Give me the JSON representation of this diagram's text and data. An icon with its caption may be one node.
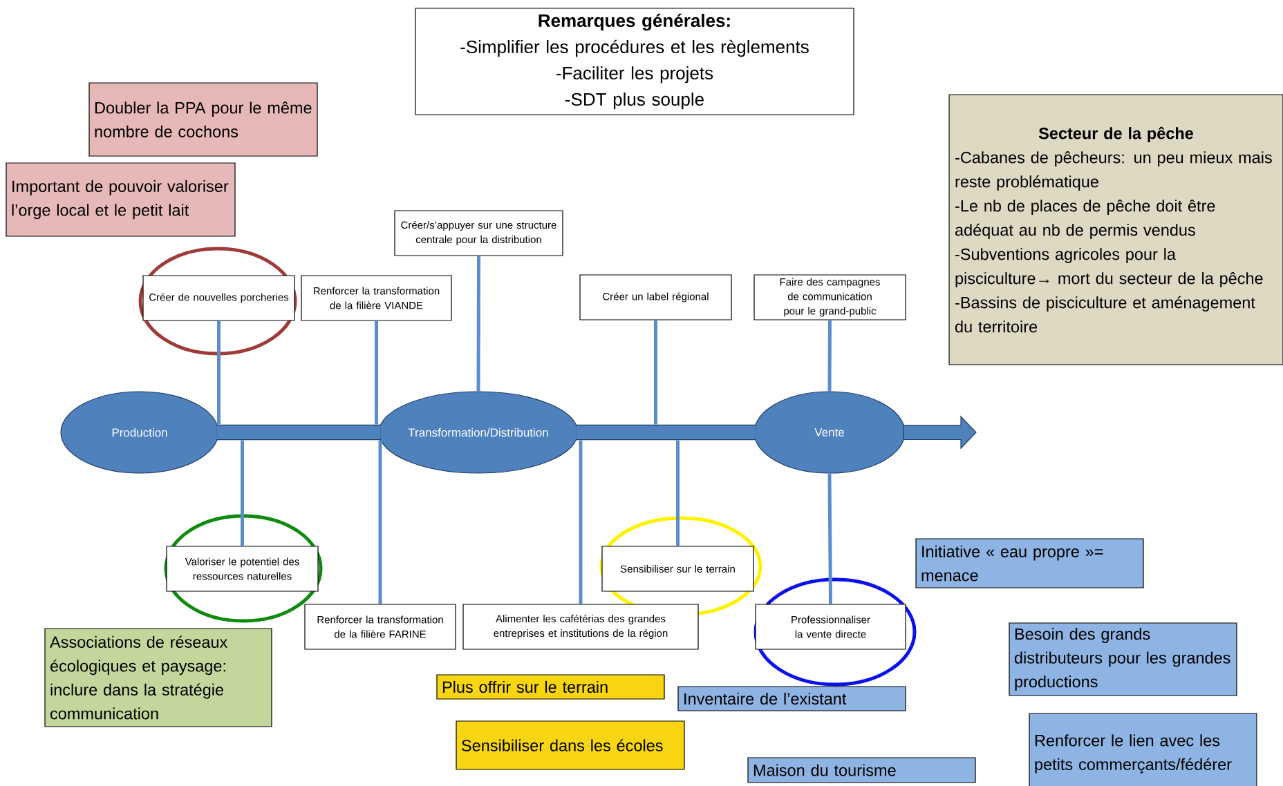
{
  "diagram": {
    "nodes": [
      {
        "text": [
          "Remarques générales:",
          "-Simplifier les procédures et les règlements",
          "-Faciliter les projets",
          "-SDT plus souple"
        ]
      },
      {
        "text": [
          "Doubler la PPA pour le même nombre de cochons"
        ]
      },
      {
        "text": [
          "Important de pouvoir valoriser l’orge local et le petit lait"
        ]
      },
      {
        "text": [
          "Secteur de la pêche",
          "-Cabanes de pêcheurs: un peu mieux mais reste problématique",
          "-Le nb de places de pêche doit être adéquat au nb de permis vendus",
          "-Subventions agricoles pour la pisciculture→ mort du secteur de la pêche",
          "-Bassins de pisciculture et aménagement du territoire"
        ]
      },
      {
        "text": [
          "Créer/s’appuyer sur une structure centrale pour la distribution"
        ]
      },
      {
        "text": [
          "Créer de nouvelles porcheries"
        ]
      },
      {
        "text": [
          "Renforcer la transformation de la filière VIANDE"
        ]
      },
      {
        "text": [
          "Créer un label régional"
        ]
      },
      {
        "text": [
          "Faire des campagnes de communication pour le grand-public"
        ]
      },
      {
        "text": [
          "Production"
        ]
      },
      {
        "text": [
          "Transformation/Distribution"
        ]
      },
      {
        "text": [
          "Vente"
        ]
      },
      {
        "text": [
          "Valoriser le potentiel des ressources naturelles"
        ]
      },
      {
        "text": [
          "Sensibiliser sur le terrain"
        ]
      },
      {
        "text": [
          "Renforcer la transformation de la filière FARINE"
        ]
      },
      {
        "text": [
          "Alimenter les cafétérias des grandes entreprises et institutions de la région"
        ]
      },
      {
        "text": [
          "Professionnaliser la vente directe"
        ]
      },
      {
        "text": [
          "Initiative « eau propre »= menace"
        ]
      },
      {
        "text": [
          "Associations de réseaux écologiques et paysage: inclure dans la stratégie communication"
        ]
      },
      {
        "text": [
          "Besoin des grands distributeurs pour les grandes productions"
        ]
      },
      {
        "text": [
          "Plus offrir sur le terrain"
        ]
      },
      {
        "text": [
          "Inventaire de l’existant"
        ]
      },
      {
        "text": [
          "Sensibiliser dans les écoles"
        ]
      },
      {
        "text": [
          "Maison du tourisme"
        ]
      },
      {
        "text": [
          "Renforcer le lien avec les petits commerçants/fédérer"
        ]
      }
    ],
    "edges": [
      {
        "from": 9,
        "to": 10,
        "arrow": "none",
        "style": "thick",
        "color": "#1f3b63"
      },
      {
        "from": 10,
        "to": 11,
        "arrow": "none",
        "style": "thick",
        "color": "#1f3b63"
      },
      {
        "from": 11,
        "to": null,
        "arrow": "to",
        "style": "thick",
        "color": "#1f3b63"
      },
      {
        "from": 5,
        "to": 9,
        "arrow": "none"
      },
      {
        "from": 6,
        "to": 10,
        "arrow": "none"
      },
      {
        "from": 4,
        "to": 10,
        "arrow": "none"
      },
      {
        "from": 7,
        "to": null,
        "arrow": "none"
      },
      {
        "from": 8,
        "to": 11,
        "arrow": "none"
      },
      {
        "from": 12,
        "to": null,
        "arrow": "none"
      },
      {
        "from": 14,
        "to": 10,
        "arrow": "none"
      },
      {
        "from": 15,
        "to": 10,
        "arrow": "none"
      },
      {
        "from": 13,
        "to": null,
        "arrow": "none"
      },
      {
        "from": 16,
        "to": 11,
        "arrow": "none"
      }
    ]
  }
}
